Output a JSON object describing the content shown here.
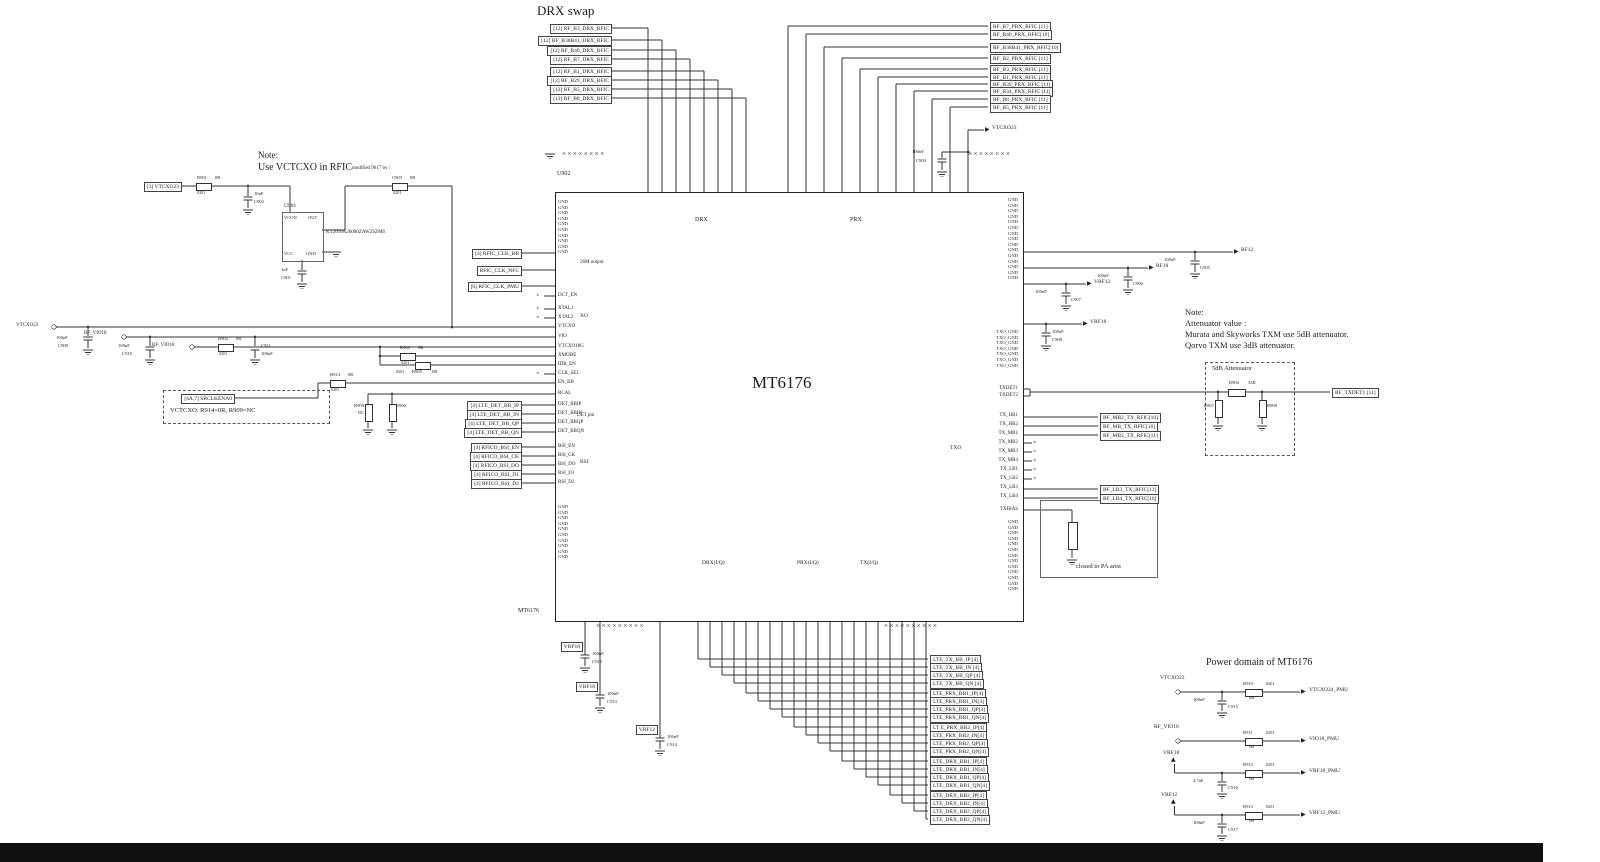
{
  "title": "DRX swap",
  "icons": {
    "arrow_right": "▶",
    "power_up": "▲",
    "no_connect": "×"
  },
  "chip": {
    "refdes": "U902",
    "part": "MT6176",
    "center_label": "MT6176",
    "group_labels": {
      "drx": "DRX",
      "prx": "PRX",
      "clk26m": "26M output",
      "xo": "XO",
      "det": "DET pin",
      "bsi": "BSI",
      "txo": "TXO",
      "drx_iq": "DRX(I/Q)",
      "prx_iq": "PRX(I/Q)",
      "tx_iq": "TX(I/Q)"
    },
    "left_pins": [
      "DCT_EN",
      "XTAL1",
      "XTAL2",
      "VTCXO",
      "VIO",
      "VTCXO18G",
      "XMODE",
      "IDR_EN",
      "CLK_SEL",
      "EN_BB",
      "RCAL",
      "DET_BBIP",
      "DET_BBIN",
      "DET_BBQP",
      "DET_BBQN",
      "BSI_EN",
      "BSI_CK",
      "BSI_DO",
      "BSI_D1",
      "BSI_D2"
    ],
    "right_pins": [
      "TXDET1",
      "TXDET2",
      "TX_HB1",
      "TX_HB2",
      "TX_MB1",
      "TX_MB2",
      "TX_MB3",
      "TX_MB4",
      "TX_LB1",
      "TX_LB2",
      "TX_LB3",
      "TX_LB4",
      "TXBIAS"
    ],
    "gnd_label": "GND",
    "txo_gnd_label": "TXO_GND"
  },
  "drx_inputs": [
    "[12] RF_B3_DRX_RFIC",
    "[12] RF_B38B41_DRX_RFIC",
    "[12] RF_B40_DRX_RFIC",
    "[12] RF_B7_DRX_RFIC",
    "[12] RF_B1_DRX_RFIC",
    "[12] RF_B29_DRX_RFIC",
    "[12] RF_B5_DRX_RFIC",
    "[12] RF_B8_DRX_RFIC"
  ],
  "prx_outputs": [
    "RF_B7_PRX_RFIC [11]",
    "RF_B40_PRX_RFIC[10]",
    "RF_B38B41_PRX_RFIC[10]",
    "RF_B2_PRX_RFIC [11]",
    "RF_B3_PRX_RFIC [11]",
    "RF_B1_PRX_RFIC [11]",
    "RF_B39_PRX_RFIC [11]",
    "RF_B34_PRX_RFIC [11]",
    "RF_B8_PRX_RFIC [11]",
    "RF_B5_PRX_RFIC [11]"
  ],
  "tx_outputs": [
    "RF_MB2_TX_RFIC[10]",
    "RF_MB_TX_RFIC[10]",
    "RF_MB3_TX_RFIC[11]",
    "RF_LB3_TX_RFIC[11]",
    "RF_LB4_TX_RFIC[10]"
  ],
  "bb_outputs": [
    "LTE_TX_BB_IP [4]",
    "LTE_TX_BB_IN [4]",
    "LTE_TX_BB_QP [4]",
    "LTE_TX_BB_QN [4]",
    "LTE_PRX_BB1_IP[4]",
    "LTE_PRX_BB1_IN[4]",
    "LTE_PRX_BB1_QP[4]",
    "LTE_PRX_BB1_QN[4]",
    "LT E_PRX_BB2_IP[4]",
    "LTE_PRX_BB2_IN[4]",
    "LTE_PRX_BB2_QP[4]",
    "LTE_PRX_BB2_QN[4]",
    "LTE_DRX_BB1_IP[4]",
    "LTE_DRX_BB1_IN[4]",
    "LTE_DRX_BB1_QP[4]",
    "LTE_DRX_BB1_QN[4]",
    "LTE_DRX_BB2_IP[4]",
    "LTE_DRX_BB2_IN[4]",
    "LTE_DRX_BB2_QP[4]",
    "LTE_DRX_BB2_QN[4]"
  ],
  "left_flags": {
    "clk": [
      "[4] RFIC_CLK_BB",
      "RFIC_CLK_NFC",
      "[6] RFIC_CLK_PMU"
    ],
    "det": [
      "[4] LTE_DET_BB_IP",
      "[4] LTE_DET_BB_IN",
      "[4] LTE_DET_BB_QP",
      "[4] LTE_DET_BB_QN"
    ],
    "bsi": [
      "[4] RFICO_BSI_EN",
      "[4] RFICO_BSI_CK",
      "[4] RFICO_BSI_DO",
      "[4] RFICO_BSI_D1",
      "[4] RFICO_BSI_D2"
    ]
  },
  "notes": {
    "vctcxo_title": "Note:",
    "vctcxo_body": "Use VCTCXO in RFIC",
    "atten_lines": [
      "Note:",
      "Attenuator value :",
      "Murata and Skyworks TXM use 5dB attenuator.",
      "Qorvo TXM use 3dB attenuator."
    ]
  },
  "xtal_circuit": {
    "input_flag": "[3] VTCXO23",
    "r901": {
      "ref": "R901",
      "val": "0R",
      "pkg": "0201"
    },
    "c902": {
      "ref": "C902",
      "val": "10nF"
    },
    "c901": {
      "ref": "C901",
      "val": "1nF"
    },
    "c903": {
      "ref": "C903",
      "val": "0R",
      "pkg": "0201"
    },
    "u901": {
      "ref": "U901",
      "part": "KT2016A26000ZAW2SZM6",
      "pin_vcon": "VCON",
      "pin_vcc": "VCC",
      "pin_out": "OUT",
      "pin_gnd": "GND"
    },
    "modified_note": "modified 9617 by /"
  },
  "left_rails": {
    "vtcxo23": "VTCXO23",
    "rf_vio18": "RF_VIO18",
    "c909": {
      "ref": "C909",
      "val": "100nF"
    },
    "c910": {
      "ref": "C910",
      "val": "100nF"
    },
    "c911": {
      "ref": "C911",
      "val": "100nF"
    },
    "r902": {
      "ref": "R902",
      "val": "0R",
      "pkg": "0201"
    },
    "r903": {
      "ref": "R903",
      "val": "0R",
      "pkg": "0201"
    },
    "r905": {
      "ref": "R905",
      "val": "0R",
      "pkg": "0201"
    },
    "r914": {
      "ref": "R914",
      "val": "0R",
      "pkg": "0201"
    },
    "r909": {
      "ref": "R909",
      "val": "NC"
    },
    "r906": {
      "ref": "R906"
    },
    "srclkena_flag": "[4A,7] SRCLKENA0",
    "vctcxo_note": "VCTCXO: R914=0R, R909=NC"
  },
  "right_rails": {
    "vtcxo23": "VTCXO23",
    "c904": {
      "ref": "C904",
      "val": "100nF"
    },
    "rf12": "RF12",
    "c905": {
      "ref": "C905",
      "val": "100nF"
    },
    "rf18": "RF18",
    "c906": {
      "ref": "C906",
      "val": "100nF"
    },
    "vrf12": "VRF12",
    "c907": {
      "ref": "C907",
      "val": "100nF"
    },
    "vrf18": "VRF18",
    "c908": {
      "ref": "C908",
      "val": "100nF"
    }
  },
  "bottom_rails": [
    {
      "net": "VRF18",
      "cap": "C912",
      "val": "100nF"
    },
    {
      "net": "VRF18",
      "cap": "C913",
      "val": "100nF"
    },
    {
      "net": "VRF12",
      "cap": "C914",
      "val": "100nF"
    }
  ],
  "attenuator": {
    "box_label": "5dB Attenuator",
    "r904": {
      "ref": "R904",
      "val": "33R"
    },
    "r907": {
      "ref": "R907"
    },
    "r908": {
      "ref": "R908"
    },
    "output_flag": "RF_TXDET1 [11]"
  },
  "pa_area": {
    "caption": "closed to PA area"
  },
  "power_domain": {
    "title": "Power domain of MT6176",
    "rows": [
      {
        "net": "VTCXO23",
        "term": "circle",
        "res": "R910",
        "pkg": "0201",
        "val": "0R",
        "out": "VTCXO24_PMU",
        "cap": "C915",
        "capval": "100nF"
      },
      {
        "net": "RF_VIO18",
        "term": "circle",
        "res": "R911",
        "pkg": "0201",
        "val": "0R",
        "out": "VIO18_PMU"
      },
      {
        "net": "VRF18",
        "term": "power",
        "res": "R912",
        "pkg": "0201",
        "val": "0R",
        "out": "VRF18_PMU",
        "cap": "C916",
        "capval": "4.7uF"
      },
      {
        "net": "VRF12",
        "term": "power",
        "res": "R913",
        "pkg": "0201",
        "val": "0R",
        "out": "VRF12_PMU",
        "cap": "C917",
        "capval": "100nF"
      }
    ]
  }
}
